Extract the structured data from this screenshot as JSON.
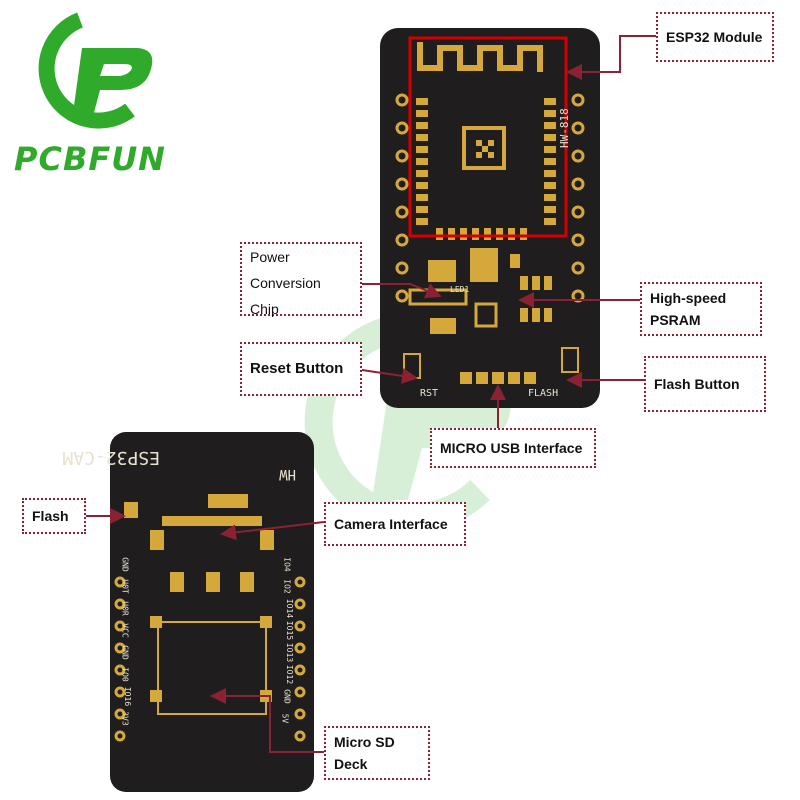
{
  "brand": {
    "name": "PCBFUN"
  },
  "board_top": {
    "module_label": "HW-818",
    "led_label": "LED1",
    "rst_label": "RST",
    "flash_label": "FLASH"
  },
  "board_bottom": {
    "title": "ESP32-CAM",
    "hw_label": "HW",
    "left_pins": [
      "GND",
      "IO0",
      "U0R",
      "U0T",
      "VCC",
      "GND"
    ],
    "right_pins": [
      "IO4",
      "IO2",
      "IO14",
      "IO15",
      "IO13",
      "IO12",
      "GND",
      "5V"
    ],
    "left_pins_alt": [
      "3V3",
      "IO16",
      "IO0",
      "GND",
      "VCC",
      "U0R",
      "U0T",
      "GND"
    ]
  },
  "callouts": {
    "esp32_module": "ESP32 Module",
    "power_chip": "Power\nConversion\nChip",
    "psram": "High-speed\nPSRAM",
    "reset": "Reset Button",
    "flash_button": "Flash Button",
    "usb": "MICRO USB Interface",
    "flash": "Flash",
    "camera": "Camera Interface",
    "sd": "Micro SD\nDeck"
  },
  "colors": {
    "board": "#1f1d1d",
    "gold": "#d4a83a",
    "callout_border": "#8b2233",
    "arrow": "#8b2233",
    "brand_green": "#2faa2a",
    "highlight": "#d40000"
  }
}
